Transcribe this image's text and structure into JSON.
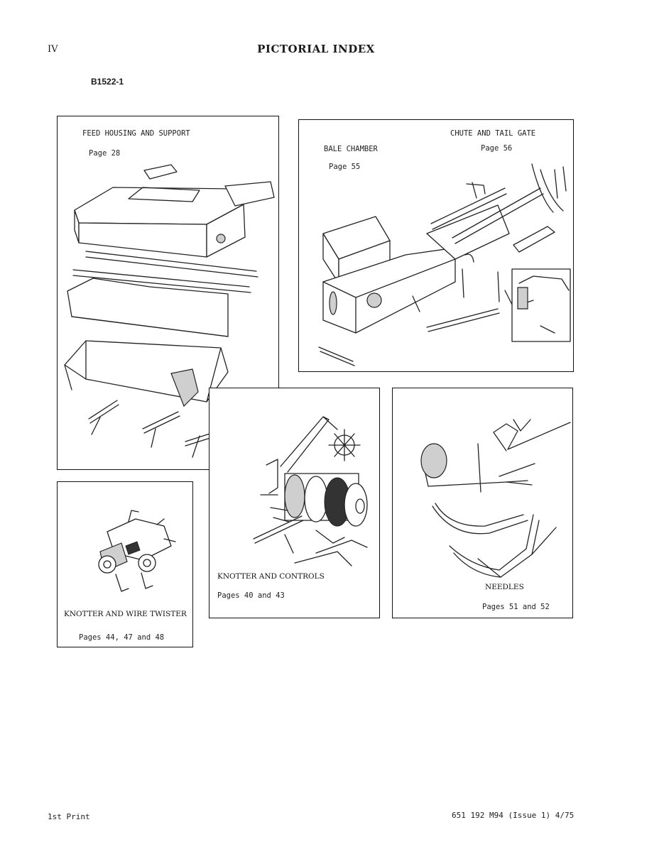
{
  "header": {
    "page_number": "IV",
    "title": "PICTORIAL INDEX",
    "figure_code": "B1522-1"
  },
  "panels": {
    "feed": {
      "title": "FEED HOUSING AND SUPPORT",
      "pages": "Page 28"
    },
    "bale": {
      "title": "BALE CHAMBER",
      "pages": "Page 55"
    },
    "chute": {
      "title": "CHUTE AND TAIL GATE",
      "pages": "Page 56"
    },
    "knotter_controls": {
      "title": "KNOTTER AND CONTROLS",
      "pages": "Pages 40 and 43"
    },
    "needles": {
      "title": "NEEDLES",
      "pages": "Pages 51 and 52"
    },
    "knotter_twister": {
      "title": "KNOTTER AND WIRE TWISTER",
      "pages": "Pages 44, 47 and 48"
    }
  },
  "footer": {
    "print_note": "1st Print",
    "doc_ref": "651 192 M94 (Issue 1) 4/75"
  },
  "icons": [
    "feed-housing-illustration",
    "bale-chamber-illustration",
    "knotter-controls-illustration",
    "needles-illustration",
    "knotter-twister-illustration"
  ]
}
